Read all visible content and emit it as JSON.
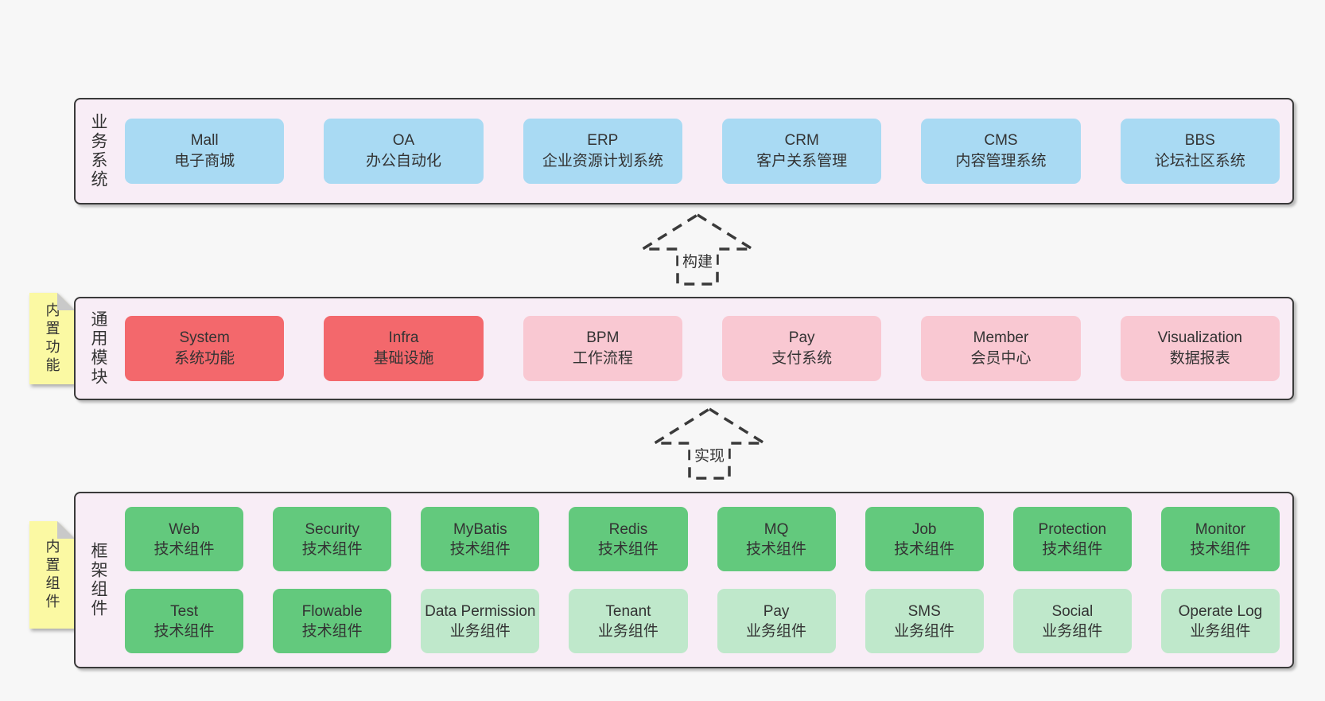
{
  "palette": {
    "page_bg": "#f7f7f7",
    "layer_bg": "#f8edf6",
    "layer_border": "#3a3a3a",
    "box_blue": "#a9daf3",
    "box_red": "#f3686c",
    "box_pink": "#f9c8d2",
    "box_green": "#63c97d",
    "box_green_light": "#bfe8cb",
    "sticky_yellow": "#fbf9a3",
    "sticky_fold_gray": "#c9c9c9",
    "text": "#333333"
  },
  "arrows": [
    {
      "label": "构建"
    },
    {
      "label": "实现"
    }
  ],
  "layers": [
    {
      "id": "business-systems",
      "label": "业务系统",
      "boxes": [
        {
          "en": "Mall",
          "zh": "电子商城",
          "variant": "blue"
        },
        {
          "en": "OA",
          "zh": "办公自动化",
          "variant": "blue"
        },
        {
          "en": "ERP",
          "zh": "企业资源计划系统",
          "variant": "blue"
        },
        {
          "en": "CRM",
          "zh": "客户关系管理",
          "variant": "blue"
        },
        {
          "en": "CMS",
          "zh": "内容管理系统",
          "variant": "blue"
        },
        {
          "en": "BBS",
          "zh": "论坛社区系统",
          "variant": "blue"
        }
      ]
    },
    {
      "id": "common-modules",
      "label": "通用模块",
      "sticky": "内置功能",
      "boxes": [
        {
          "en": "System",
          "zh": "系统功能",
          "variant": "red"
        },
        {
          "en": "Infra",
          "zh": "基础设施",
          "variant": "red"
        },
        {
          "en": "BPM",
          "zh": "工作流程",
          "variant": "pink"
        },
        {
          "en": "Pay",
          "zh": "支付系统",
          "variant": "pink"
        },
        {
          "en": "Member",
          "zh": "会员中心",
          "variant": "pink"
        },
        {
          "en": "Visualization",
          "zh": "数据报表",
          "variant": "pink"
        }
      ]
    },
    {
      "id": "framework-components",
      "label": "框架组件",
      "sticky": "内置组件",
      "rows": [
        [
          {
            "en": "Web",
            "zh": "技术组件",
            "variant": "green"
          },
          {
            "en": "Security",
            "zh": "技术组件",
            "variant": "green"
          },
          {
            "en": "MyBatis",
            "zh": "技术组件",
            "variant": "green"
          },
          {
            "en": "Redis",
            "zh": "技术组件",
            "variant": "green"
          },
          {
            "en": "MQ",
            "zh": "技术组件",
            "variant": "green"
          },
          {
            "en": "Job",
            "zh": "技术组件",
            "variant": "green"
          },
          {
            "en": "Protection",
            "zh": "技术组件",
            "variant": "green"
          },
          {
            "en": "Monitor",
            "zh": "技术组件",
            "variant": "green"
          }
        ],
        [
          {
            "en": "Test",
            "zh": "技术组件",
            "variant": "green"
          },
          {
            "en": "Flowable",
            "zh": "技术组件",
            "variant": "green"
          },
          {
            "en": "Data Permission",
            "zh": "业务组件",
            "variant": "green-light"
          },
          {
            "en": "Tenant",
            "zh": "业务组件",
            "variant": "green-light"
          },
          {
            "en": "Pay",
            "zh": "业务组件",
            "variant": "green-light"
          },
          {
            "en": "SMS",
            "zh": "业务组件",
            "variant": "green-light"
          },
          {
            "en": "Social",
            "zh": "业务组件",
            "variant": "green-light"
          },
          {
            "en": "Operate Log",
            "zh": "业务组件",
            "variant": "green-light"
          }
        ]
      ]
    }
  ]
}
